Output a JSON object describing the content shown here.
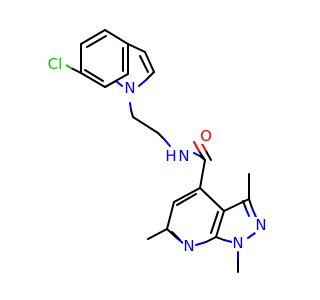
{
  "molecule": {
    "atom_labels": {
      "chlorine": "Cl",
      "indole_nitrogen": "N",
      "amide_nh": "N",
      "amide_h": "H",
      "carbonyl_oxygen": "O",
      "pyrazole_n2": "N",
      "pyrazole_n1": "N",
      "pyridine_nitrogen": "N"
    },
    "colors": {
      "bond": "#000000",
      "nitrogen": "#0000ff",
      "oxygen": "#ff0000",
      "chlorine": "#00cc00"
    }
  }
}
